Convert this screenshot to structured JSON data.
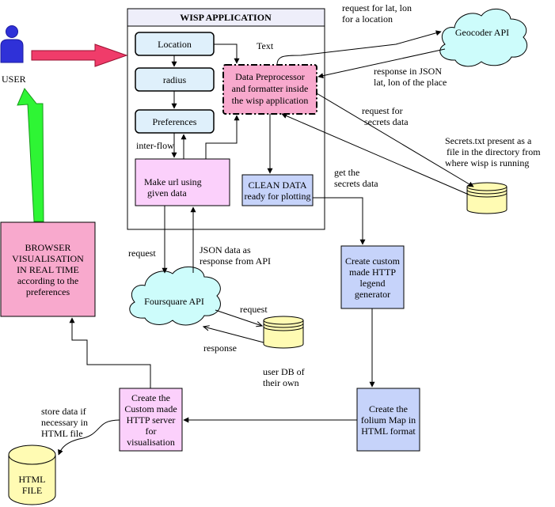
{
  "actors": {
    "user": "USER"
  },
  "app": {
    "title": "WISP APPLICATION",
    "location": "Location",
    "radius": "radius",
    "preferences": "Preferences",
    "preprocessor": [
      "Data Preprocessor",
      "and formatter inside",
      "the wisp application"
    ],
    "make_url": [
      "Make url using",
      "given data"
    ],
    "clean_data": [
      "CLEAN DATA",
      "ready for plotting"
    ]
  },
  "services": {
    "geocoder": "Geocoder API",
    "foursquare": "Foursquare  API"
  },
  "stores": {
    "secrets_db": "",
    "user_db": "",
    "html_file": [
      "HTML",
      "FILE"
    ]
  },
  "boxes": {
    "browser": [
      "BROWSER",
      "VISUALISATION",
      "IN REAL TIME",
      "according to the",
      "preferences"
    ],
    "legend": [
      "Create custom",
      "made HTTP",
      "legend",
      "generator"
    ],
    "folium": [
      "Create the",
      "folium Map in",
      "HTML format"
    ],
    "server": [
      "Create the",
      "Custom made",
      "HTTP server",
      "for",
      "visualisation"
    ]
  },
  "labels": {
    "text": "Text",
    "inter_flow": "inter-flow",
    "req_latlon": [
      "request for lat, lon",
      "for a location"
    ],
    "resp_json": [
      "response in JSON",
      "lat, lon of the place"
    ],
    "req_secrets": [
      "request for",
      "secrets data"
    ],
    "secrets_note": [
      "Secrets.txt present as a",
      "file in the directory from",
      "where wisp is running"
    ],
    "get_secrets": [
      "get the",
      "secrets data"
    ],
    "request": "request",
    "json_resp": [
      "JSON data as",
      "response from API"
    ],
    "db_request": "request",
    "db_response": "response",
    "user_db": [
      "user DB of",
      "their own"
    ],
    "store_data": [
      "store data if",
      "necessary in",
      "HTML file"
    ]
  }
}
